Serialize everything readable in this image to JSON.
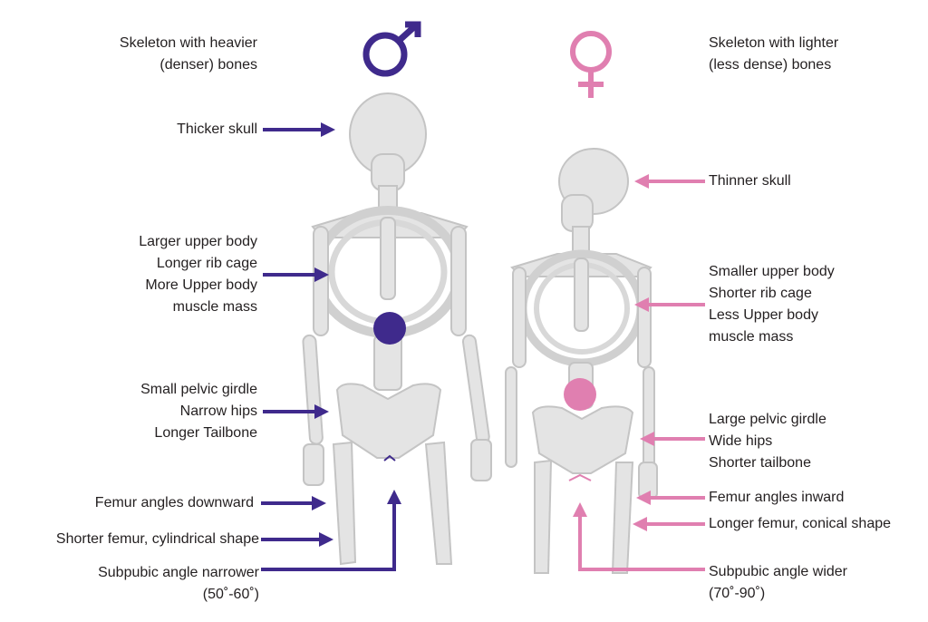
{
  "colors": {
    "male": "#3f2a8c",
    "female": "#e07fb0",
    "bone": "#e2e2e2",
    "bone_shadow": "#bdbdbd"
  },
  "male": {
    "symbol": "male-symbol",
    "title": [
      "Skeleton with heavier",
      "(denser) bones"
    ],
    "skull": "Thicker skull",
    "upper": [
      "Larger upper body",
      "Longer rib cage",
      "More Upper body",
      "muscle mass"
    ],
    "pelvis": [
      "Small pelvic girdle",
      "Narrow hips",
      "Longer Tailbone"
    ],
    "femur_angle": "Femur angles downward",
    "femur_shape": "Shorter femur, cylindrical shape",
    "subpubic": [
      "Subpubic angle narrower",
      "(50˚-60˚)"
    ]
  },
  "female": {
    "symbol": "female-symbol",
    "title": [
      "Skeleton with lighter",
      "(less dense) bones"
    ],
    "skull": "Thinner skull",
    "upper": [
      "Smaller upper body",
      "Shorter rib cage",
      "Less Upper body",
      "muscle mass"
    ],
    "pelvis": [
      "Large pelvic girdle",
      "Wide hips",
      "Shorter tailbone"
    ],
    "femur_angle": "Femur angles inward",
    "femur_shape": "Longer femur, conical shape",
    "subpubic": [
      "Subpubic angle wider",
      "(70˚-90˚)"
    ]
  }
}
